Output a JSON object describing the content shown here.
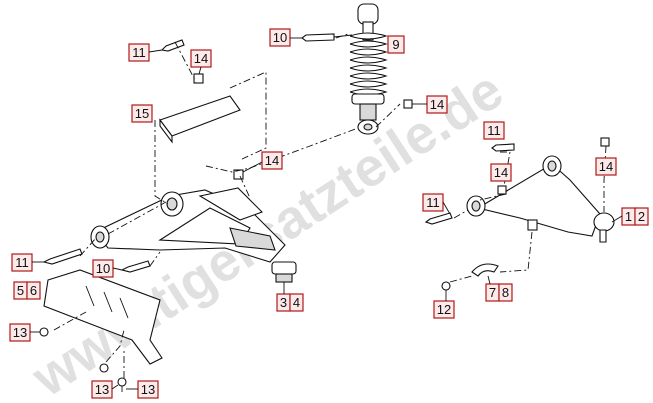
{
  "watermark": "www.tigersatzteile.de",
  "callouts": [
    "11",
    "14",
    "15",
    "10",
    "9",
    "14",
    "14",
    "11",
    "14",
    "14",
    "11",
    "1",
    "2",
    "11",
    "10",
    "5",
    "6",
    "3",
    "4",
    "7",
    "8",
    "12",
    "13",
    "13",
    "13"
  ],
  "colors": {
    "callout_border": "#b01818",
    "callout_fill": "#fdeaea",
    "line": "#111111",
    "watermark": "#c8c8c8"
  }
}
